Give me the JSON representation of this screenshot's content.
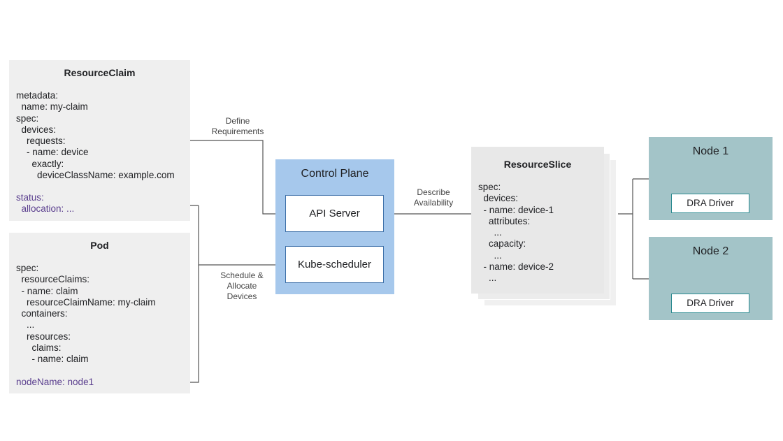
{
  "resource_claim": {
    "title": "ResourceClaim",
    "code": "metadata:\n  name: my-claim\nspec:\n  devices:\n    requests:\n    - name: device\n      exactly:\n        deviceClassName: example.com",
    "status": "status:\n  allocation: ..."
  },
  "pod": {
    "title": "Pod",
    "code": "spec:\n  resourceClaims:\n  - name: claim\n    resourceClaimName: my-claim\n  containers:\n    ...\n    resources:\n      claims:\n      - name: claim",
    "node_name": "nodeName: node1"
  },
  "control_plane": {
    "title": "Control Plane",
    "api_server": "API Server",
    "scheduler": "Kube-scheduler"
  },
  "resource_slice": {
    "title": "ResourceSlice",
    "code": "spec:\n  devices:\n  - name: device-1\n    attributes:\n      ...\n    capacity:\n      ...\n  - name: device-2\n    ..."
  },
  "nodes": [
    {
      "title": "Node 1",
      "driver": "DRA Driver"
    },
    {
      "title": "Node 2",
      "driver": "DRA Driver"
    }
  ],
  "edge_labels": {
    "define": "Define\nRequirements",
    "describe": "Describe\nAvailability",
    "schedule": "Schedule &\nAllocate\nDevices"
  },
  "colors": {
    "panel_gray": "#efefef",
    "control_plane_blue": "#a6c8ec",
    "node_teal": "#a3c4c8",
    "status_purple": "#5a3e8e"
  }
}
